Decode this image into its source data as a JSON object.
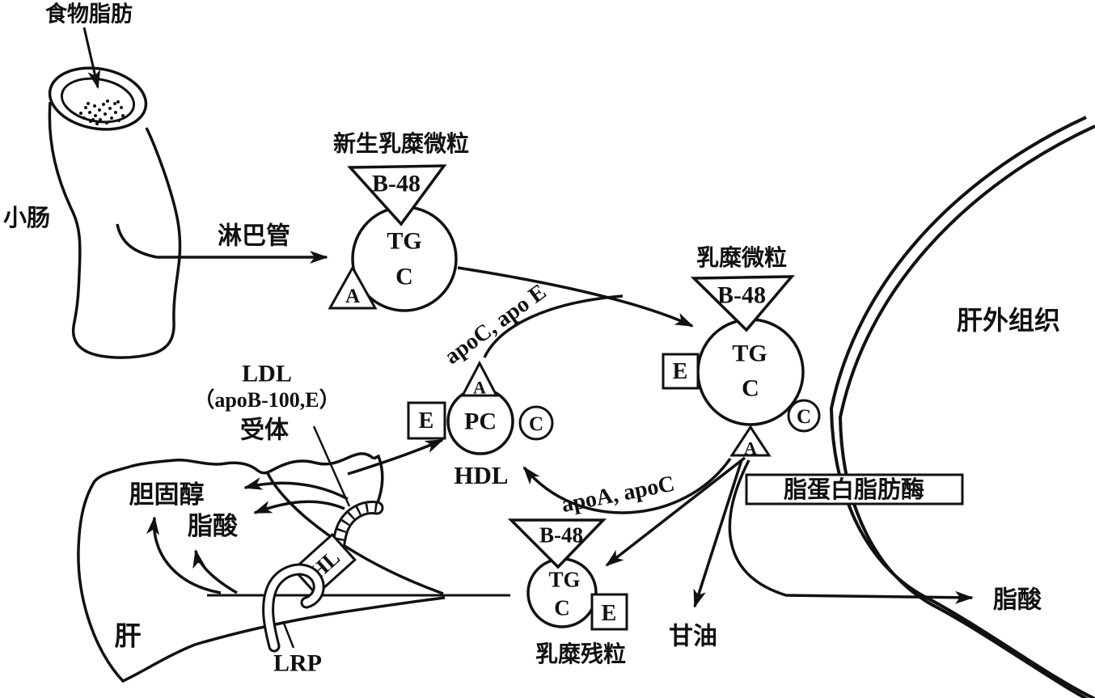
{
  "colors": {
    "ink": "#111111",
    "background": "#ffffff"
  },
  "labels": {
    "dietary_fat": "食物脂肪",
    "small_intestine": "小肠",
    "lymph_vessel": "淋巴管",
    "nascent_chylomicron": "新生乳糜微粒",
    "chylomicron": "乳糜微粒",
    "extrahepatic_tissue": "肝外组织",
    "lipoprotein_lipase": "脂蛋白脂肪酶",
    "fatty_acid_right": "脂酸",
    "glycerol": "甘油",
    "chylomicron_remnant": "乳糜残粒",
    "hdl": "HDL",
    "ldl_line1": "LDL",
    "ldl_line2": "（apoB-100,E）",
    "ldl_line3": "受体",
    "cholesterol": "胆固醇",
    "fatty_acid_liver": "脂酸",
    "liver": "肝",
    "lrp": "LRP",
    "hepatic_lipase": "HL",
    "transfer_to_chylomicron": "apoC, apo E",
    "transfer_to_hdl": "apoA, apoC"
  },
  "particles": {
    "nascent": {
      "apo_top": "B-48",
      "core_tg": "TG",
      "core_c": "C",
      "apo_left": "A"
    },
    "chylomicron": {
      "apo_top": "B-48",
      "core_tg": "TG",
      "core_c": "C",
      "apo_e": "E",
      "apo_c": "C",
      "apo_a": "A"
    },
    "hdl": {
      "core": "PC",
      "apo_a": "A",
      "apo_e": "E",
      "apo_c": "C"
    },
    "remnant": {
      "apo_top": "B-48",
      "core_tg": "TG",
      "core_c": "C",
      "apo_e": "E"
    }
  }
}
